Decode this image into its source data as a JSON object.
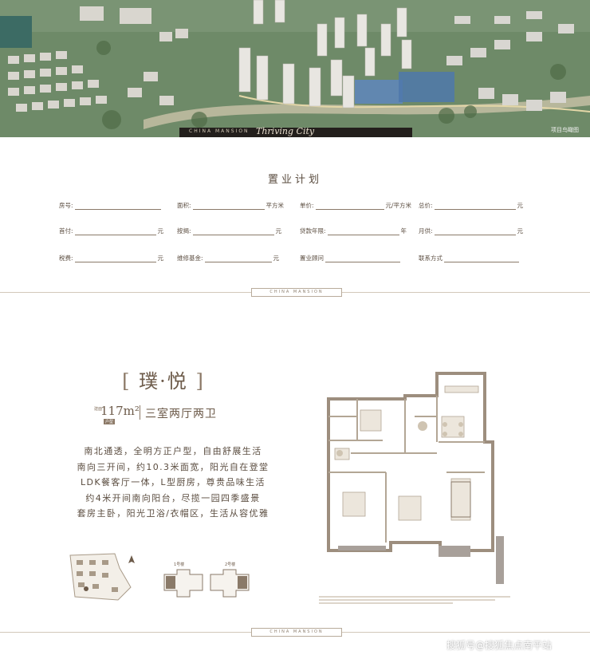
{
  "hero": {
    "brand": "CHINA MANSION",
    "script_title": "Thriving City",
    "caption": "项目鸟瞰图"
  },
  "purchase_plan": {
    "title": "置业计划",
    "rows": [
      [
        {
          "label": "房号:",
          "unit": ""
        },
        {
          "label": "面积:",
          "unit": "平方米"
        },
        {
          "label": "单价:",
          "unit": "元/平方米"
        },
        {
          "label": "总价:",
          "unit": "元"
        }
      ],
      [
        {
          "label": "首付:",
          "unit": "元"
        },
        {
          "label": "按揭:",
          "unit": "元"
        },
        {
          "label": "贷款年限:",
          "unit": "年"
        },
        {
          "label": "月供:",
          "unit": "元"
        }
      ],
      [
        {
          "label": "税费:",
          "unit": "元"
        },
        {
          "label": "维修基金:",
          "unit": "元"
        },
        {
          "label": "置业顾问",
          "unit": ""
        },
        {
          "label": "联系方式",
          "unit": ""
        }
      ]
    ]
  },
  "divider_tag": "CHINA MANSION",
  "unit": {
    "name": "璞·悦",
    "bracket_left": "[",
    "bracket_right": "]",
    "area_prefix": "建面",
    "area": "117m²",
    "area_sub": "户型",
    "layout": "三室两厅两卫",
    "description": [
      "南北通透，全明方正户型，自由舒展生活",
      "南向三开间，约10.3米面宽，阳光自在登堂",
      "LDK餐客厅一体，L型厨房，尊贵品味生活",
      "约4米开间南向阳台，尽揽一园四季盛景",
      "套房主卧，阳光卫浴/衣帽区，生活从容优雅"
    ]
  },
  "mini_plans": [
    "1号楼",
    "2号楼"
  ],
  "watermark": "搜狐号@搜狐焦点南平站",
  "colors": {
    "accent": "#6d5b4a",
    "line": "#8a7a69"
  }
}
